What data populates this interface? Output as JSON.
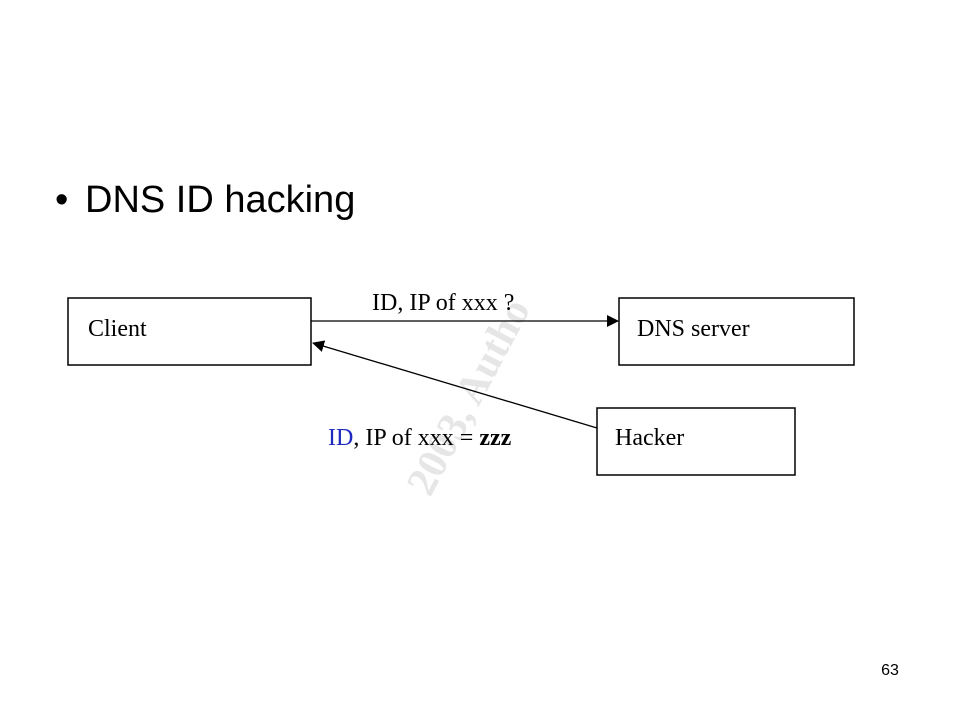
{
  "slide": {
    "bullet_char": "•",
    "bullet_text": "DNS ID hacking",
    "page_number": "63"
  },
  "diagram": {
    "watermark_text": "2003, Autho",
    "nodes": {
      "client": "Client",
      "dns_server": "DNS server",
      "hacker": "Hacker"
    },
    "edges": {
      "query": {
        "from": "client",
        "to": "dns_server",
        "label": "ID, IP of xxx ?"
      },
      "spoof": {
        "from": "hacker",
        "to": "client",
        "label_id": "ID",
        "label_middle": ", IP of xxx = ",
        "label_value": "zzz"
      }
    },
    "colors": {
      "line": "#000000",
      "id_highlight": "#1f2bbf",
      "watermark": "#e6e6e6"
    }
  }
}
